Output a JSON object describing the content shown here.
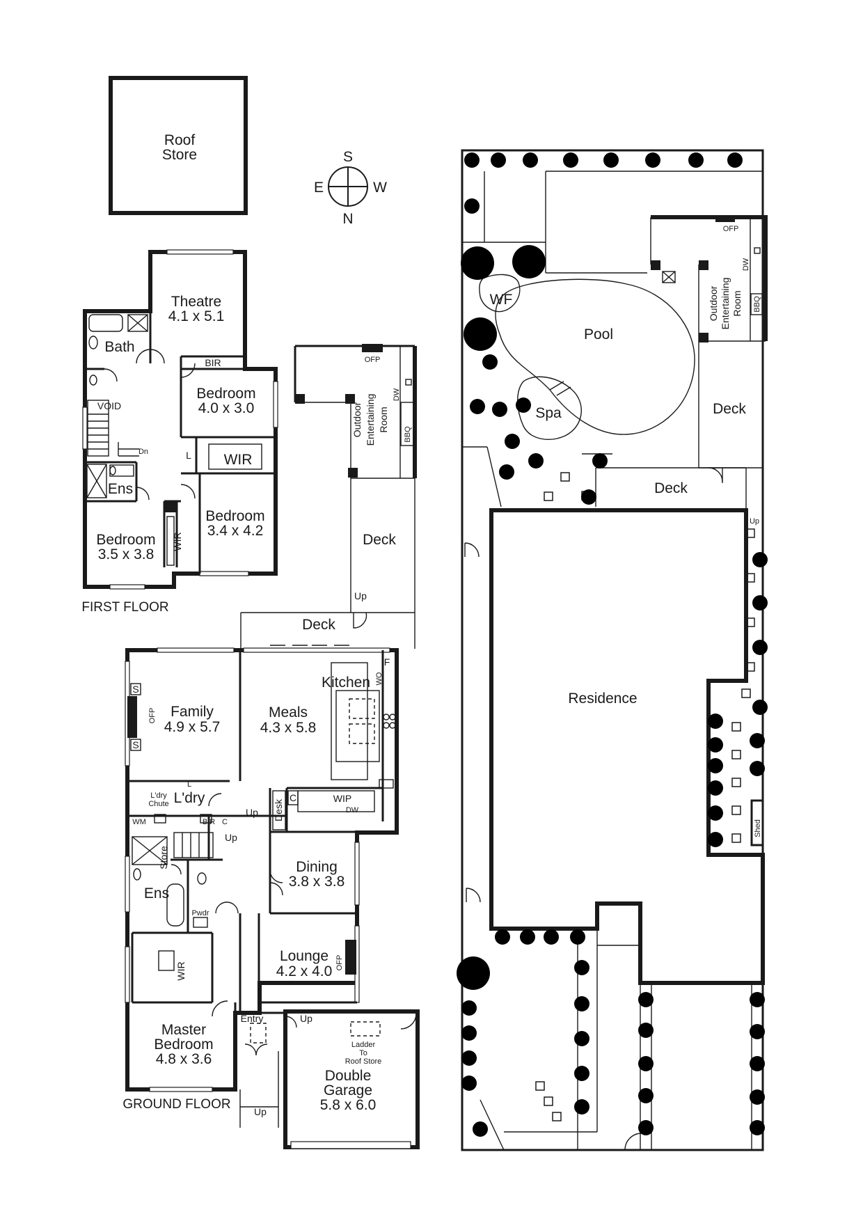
{
  "compass": {
    "north": "N",
    "south": "S",
    "east": "E",
    "west": "W"
  },
  "roof_store": {
    "line1": "Roof",
    "line2": "Store"
  },
  "first_floor": {
    "caption": "FIRST FLOOR",
    "theatre": {
      "name": "Theatre",
      "size": "4.1 x 5.1"
    },
    "bath": "Bath",
    "bir": "BIR",
    "bedroom_a": {
      "name": "Bedroom",
      "size": "4.0 x 3.0"
    },
    "void": "VOID",
    "dn": "Dn",
    "l": "L",
    "wir": "WIR",
    "ens": "Ens",
    "bedroom_b": {
      "name": "Bedroom",
      "size": "3.4 x 4.2"
    },
    "bedroom_c": {
      "name": "Bedroom",
      "size": "3.5 x 3.8"
    },
    "wir_vertical": "WIR"
  },
  "ground_floor": {
    "caption": "GROUND FLOOR",
    "outdoor_room": {
      "line1": "Outdoor",
      "line2": "Entertaining",
      "line3": "Room"
    },
    "ofp": "OFP",
    "dw": "DW",
    "bbq": "BBQ",
    "deck_side": "Deck",
    "up": "Up",
    "deck_main": "Deck",
    "family": {
      "name": "Family",
      "size": "4.9 x 5.7"
    },
    "meals": {
      "name": "Meals",
      "size": "4.3 x 5.8"
    },
    "kitchen": "Kitchen",
    "wo": "WO",
    "f": "F",
    "s": "S",
    "l": "L",
    "ldry_chute": {
      "line1": "L'dry",
      "line2": "Chute"
    },
    "ldry": "L'dry",
    "desk": "Desk",
    "c": "C",
    "wip": "WIP",
    "wm": "WM",
    "bir": "BIR",
    "store": "Store",
    "dining": {
      "name": "Dining",
      "size": "3.8 x 3.8"
    },
    "ens": "Ens",
    "pwdr": "Pwdr",
    "wir": "WIR",
    "lounge": {
      "name": "Lounge",
      "size": "4.2 x 4.0"
    },
    "master": {
      "line1": "Master",
      "line2": "Bedroom",
      "size": "4.8 x 3.6"
    },
    "entry": "Entry",
    "ladder": {
      "line1": "Ladder",
      "line2": "To",
      "line3": "Roof Store"
    },
    "garage": {
      "line1": "Double",
      "line2": "Garage",
      "size": "5.8 x 6.0"
    }
  },
  "site": {
    "ofp": "OFP",
    "outdoor_room": {
      "line1": "Outdoor",
      "line2": "Entertaining",
      "line3": "Room"
    },
    "dw": "DW",
    "bbq": "BBQ",
    "wf": "WF",
    "pool": "Pool",
    "spa": "Spa",
    "deck_right": "Deck",
    "deck_mid": "Deck",
    "up": "Up",
    "residence": "Residence",
    "shed": "Shed"
  }
}
